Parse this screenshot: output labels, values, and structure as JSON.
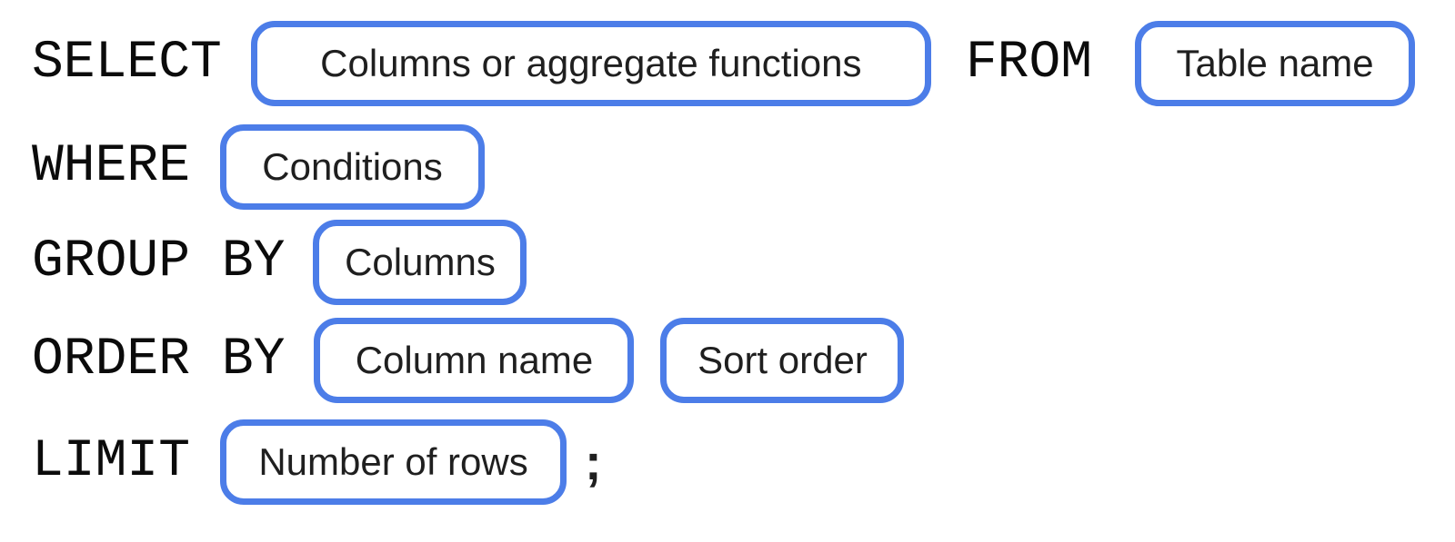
{
  "diagram": {
    "title_semantic": "sql-select-statement-syntax",
    "rows": [
      {
        "segments": [
          {
            "type": "keyword",
            "text": "SELECT"
          },
          {
            "type": "pill",
            "text": "Columns or aggregate functions"
          },
          {
            "type": "keyword",
            "text": "FROM"
          },
          {
            "type": "pill",
            "text": "Table name"
          }
        ]
      },
      {
        "segments": [
          {
            "type": "keyword",
            "text": "WHERE"
          },
          {
            "type": "pill",
            "text": "Conditions"
          }
        ]
      },
      {
        "segments": [
          {
            "type": "keyword",
            "text": "GROUP BY"
          },
          {
            "type": "pill",
            "text": "Columns"
          }
        ]
      },
      {
        "segments": [
          {
            "type": "keyword",
            "text": "ORDER BY"
          },
          {
            "type": "pill",
            "text": "Column name"
          },
          {
            "type": "pill",
            "text": "Sort order"
          }
        ]
      },
      {
        "segments": [
          {
            "type": "keyword",
            "text": "LIMIT"
          },
          {
            "type": "pill",
            "text": "Number of rows"
          },
          {
            "type": "punctuation",
            "text": ";"
          }
        ]
      }
    ]
  },
  "colors": {
    "accent_blue": "#4c7de8",
    "keyword_text": "#0b0b0b",
    "pill_text": "#1f1f1f",
    "background": "#ffffff"
  }
}
